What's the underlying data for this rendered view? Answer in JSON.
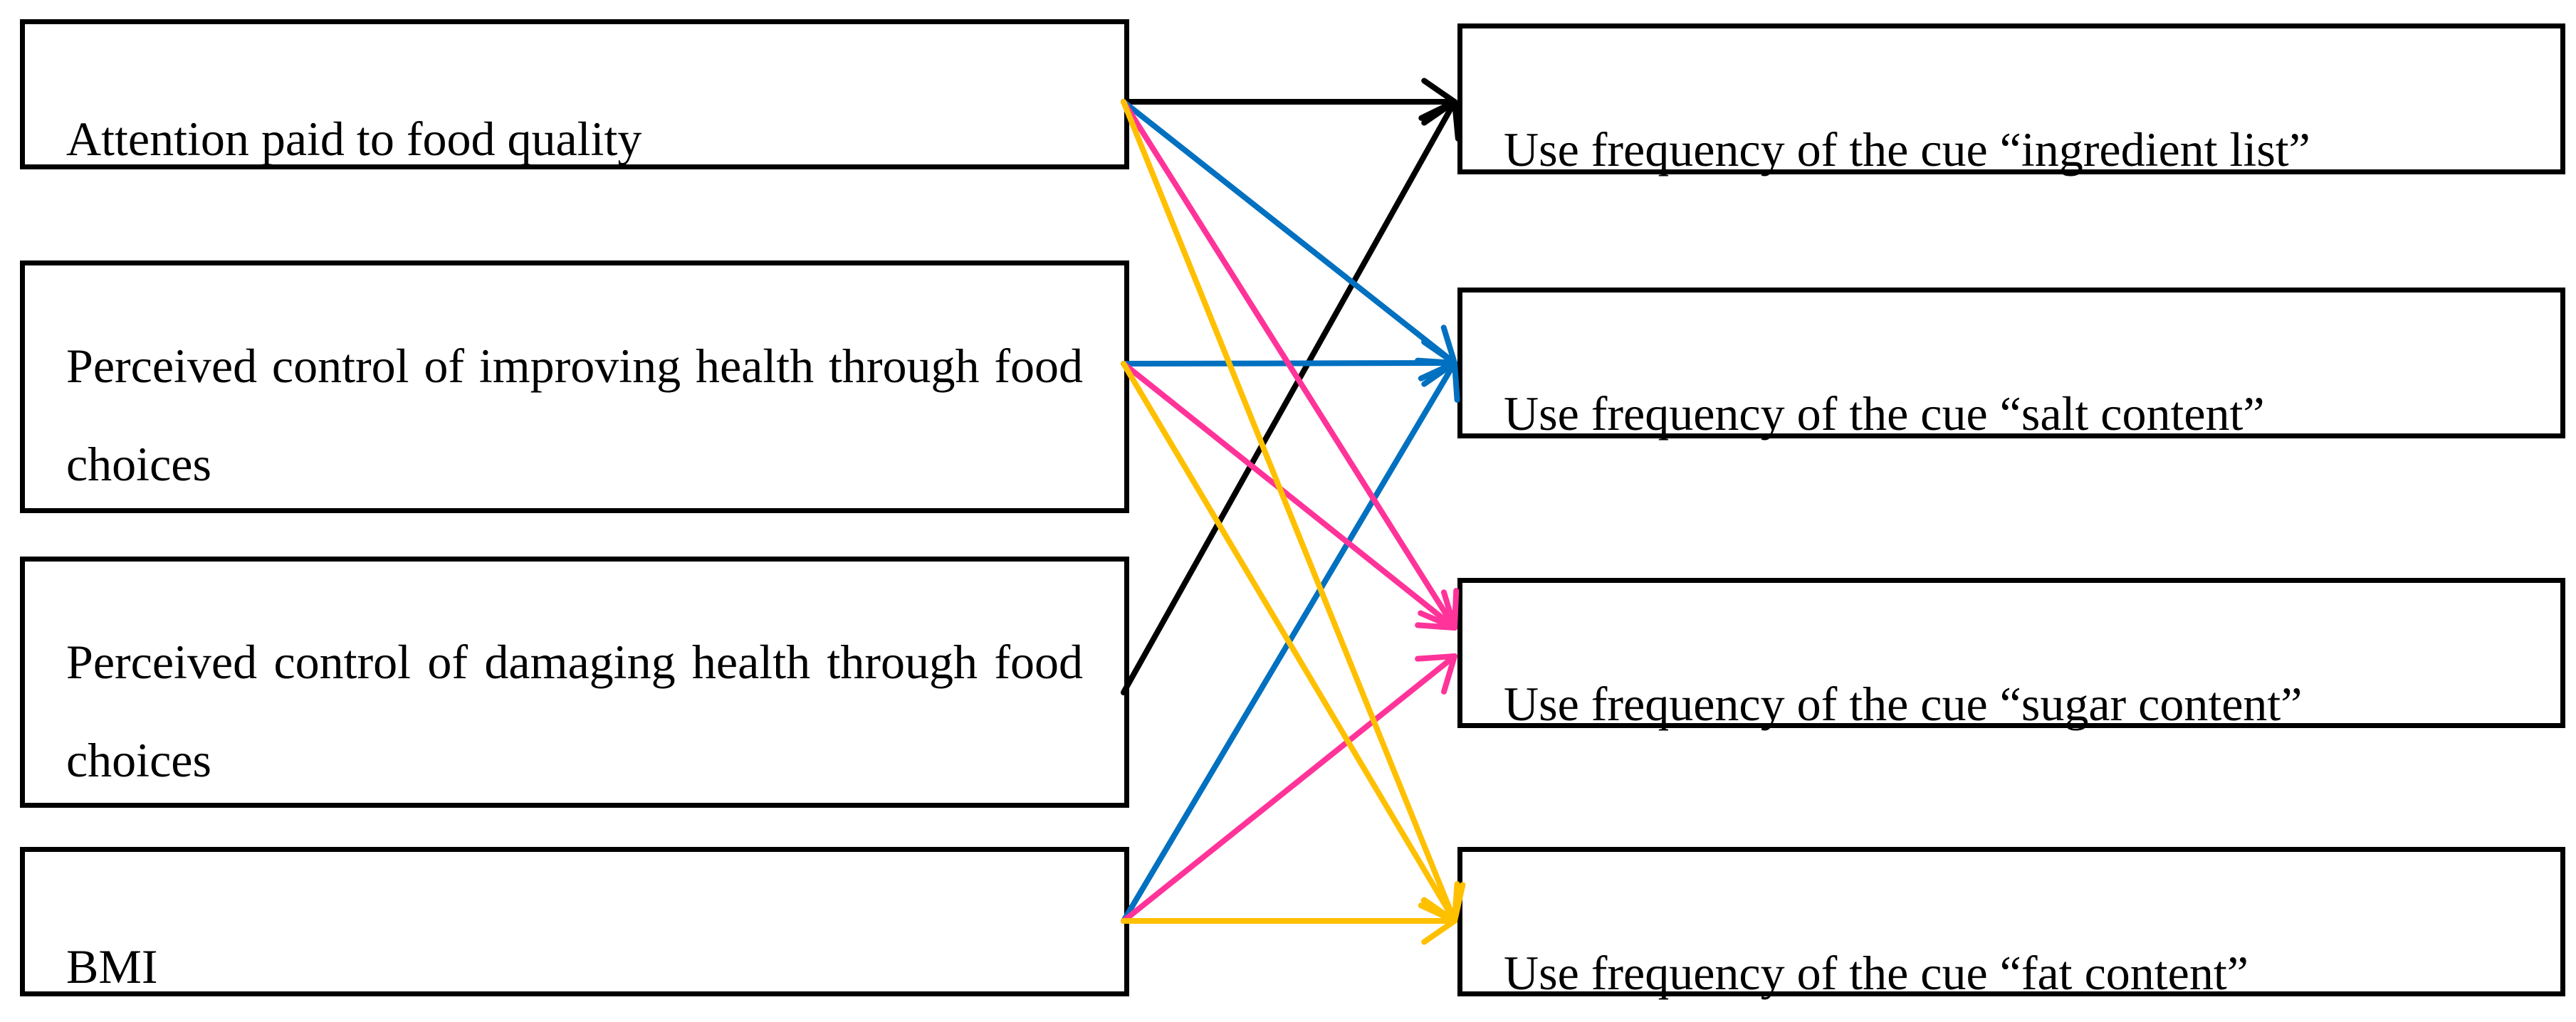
{
  "diagram": {
    "predictors": [
      {
        "id": "p0",
        "label": "Attention paid to food quality"
      },
      {
        "id": "p1",
        "label": "Perceived control of improving health through food choices"
      },
      {
        "id": "p2",
        "label": "Perceived control of damaging health through food choices"
      },
      {
        "id": "p3",
        "label": "BMI"
      }
    ],
    "outcomes": [
      {
        "id": "o0",
        "label": "Use frequency of the cue “ingredient list”"
      },
      {
        "id": "o1",
        "label": "Use frequency of the cue “salt content”"
      },
      {
        "id": "o2",
        "label": "Use frequency of the cue “sugar content”"
      },
      {
        "id": "o3",
        "label": "Use frequency of the cue “fat content”"
      }
    ],
    "colors": {
      "ingredient_list": "#000000",
      "salt_content": "#0070C0",
      "sugar_content": "#FF3399",
      "fat_content": "#FFC000"
    },
    "paths": [
      {
        "from": "p0",
        "to": "o0",
        "color": "ingredient_list"
      },
      {
        "from": "p2",
        "to": "o0",
        "color": "ingredient_list"
      },
      {
        "from": "p0",
        "to": "o1",
        "color": "salt_content"
      },
      {
        "from": "p1",
        "to": "o1",
        "color": "salt_content"
      },
      {
        "from": "p3",
        "to": "o1",
        "color": "salt_content"
      },
      {
        "from": "p0",
        "to": "o2",
        "color": "sugar_content"
      },
      {
        "from": "p1",
        "to": "o2",
        "color": "sugar_content"
      },
      {
        "from": "p3",
        "to": "o2",
        "color": "sugar_content"
      },
      {
        "from": "p0",
        "to": "o3",
        "color": "fat_content"
      },
      {
        "from": "p1",
        "to": "o3",
        "color": "fat_content"
      },
      {
        "from": "p3",
        "to": "o3",
        "color": "fat_content"
      }
    ]
  }
}
